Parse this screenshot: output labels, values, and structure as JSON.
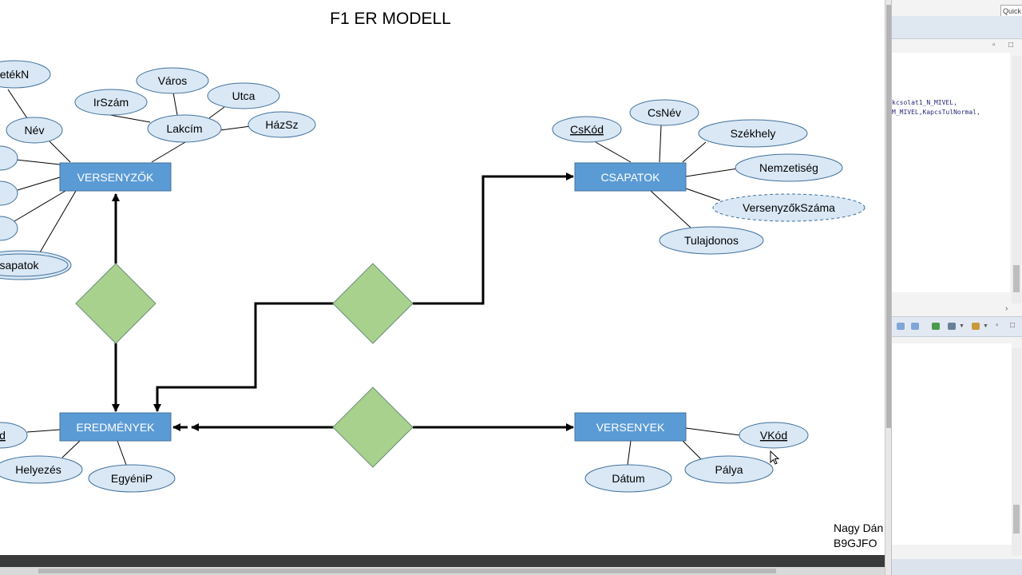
{
  "diagram": {
    "title": "F1 ER MODELL",
    "author_name": "Nagy Dán",
    "author_code": "B9GJFO",
    "entities": [
      {
        "id": "versenyzok",
        "label": "VERSENYZŐK"
      },
      {
        "id": "csapatok",
        "label": "CSAPATOK"
      },
      {
        "id": "eredmenyek",
        "label": "EREDMÉNYEK"
      },
      {
        "id": "versenyek",
        "label": "VERSENYEK"
      }
    ],
    "attributes": [
      {
        "id": "a_etekn",
        "label": "etékN"
      },
      {
        "id": "a_nev",
        "label": "Név"
      },
      {
        "id": "a_irszam",
        "label": "IrSzám"
      },
      {
        "id": "a_varos",
        "label": "Város"
      },
      {
        "id": "a_lakcim",
        "label": "Lakcím"
      },
      {
        "id": "a_utca",
        "label": "Utca"
      },
      {
        "id": "a_hazsz",
        "label": "HázSz"
      },
      {
        "id": "a_csapatok",
        "label": "sapatok"
      },
      {
        "id": "a_vs1",
        "label": ""
      },
      {
        "id": "a_vs2",
        "label": ""
      },
      {
        "id": "a_vs3",
        "label": ""
      },
      {
        "id": "a_cskod",
        "label": "CsKód"
      },
      {
        "id": "a_csnev",
        "label": "CsNév"
      },
      {
        "id": "a_szekhely",
        "label": "Székhely"
      },
      {
        "id": "a_nemzet",
        "label": "Nemzetiség"
      },
      {
        "id": "a_vszama",
        "label": "VersenyzőkSzáma"
      },
      {
        "id": "a_tulaj",
        "label": "Tulajdonos"
      },
      {
        "id": "a_ekod",
        "label": "d"
      },
      {
        "id": "a_helyezes",
        "label": "Helyezés"
      },
      {
        "id": "a_egyenip",
        "label": "EgyéniP"
      },
      {
        "id": "a_vkod",
        "label": "VKód"
      },
      {
        "id": "a_datum",
        "label": "Dátum"
      },
      {
        "id": "a_palya",
        "label": "Pálya"
      }
    ],
    "colors": {
      "entity_fill": "#5b9bd5",
      "entity_text": "#ffffff",
      "attribute_fill": "#dae8f5",
      "attribute_stroke": "#41719c",
      "relationship_fill": "#a9d18e",
      "relationship_stroke": "#6a8f76",
      "connector": "#000000"
    }
  },
  "ide": {
    "quick_access": "Quick",
    "code_lines": [
      "kcsolat1_N_MIVEL,",
      "M_MIVEL,KapcsTulNormal,"
    ]
  }
}
